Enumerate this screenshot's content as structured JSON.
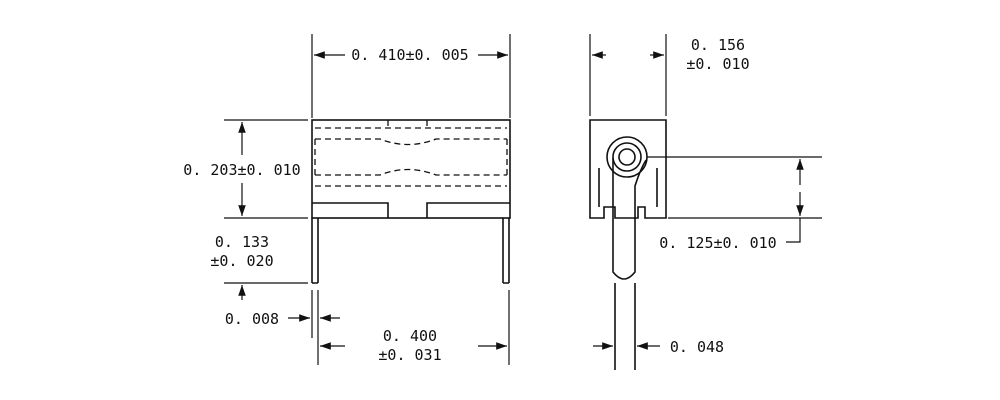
{
  "dimensions": {
    "front_width": "0. 410±0. 005",
    "front_height": "0. 203±0. 010",
    "lead_length_line1": "0. 133",
    "lead_length_line2": "±0. 020",
    "lead_thickness": "0. 008",
    "lead_spacing_line1": "0. 400",
    "lead_spacing_line2": "±0. 031",
    "side_width_line1": "0. 156",
    "side_width_line2": "±0. 010",
    "hole_height": "0. 125±0. 010",
    "lead_diameter": "0. 048"
  },
  "colors": {
    "line": "#111111",
    "background": "#ffffff"
  }
}
